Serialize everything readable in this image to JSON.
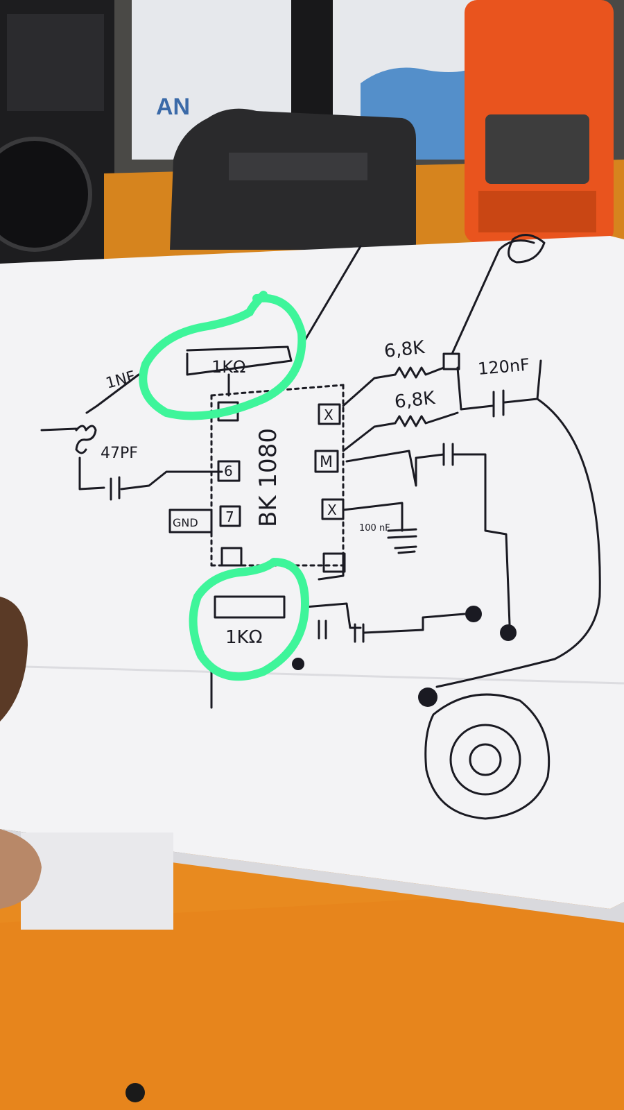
{
  "photo": {
    "description_free": true
  },
  "schematic": {
    "chip_label": "BK 1080",
    "resistors": {
      "top_circled": "1KΩ",
      "bottom_circled": "1KΩ",
      "r1": "6,8K",
      "r2": "6,8K"
    },
    "capacitors": {
      "c_1nf": "1NF",
      "c_47pf": "47PF",
      "c_120nf": "120nF",
      "c_100nf": "100 nF"
    },
    "pins": {
      "gnd": "GND",
      "left_pin_6": "6",
      "left_pin_7": "7",
      "right_pin_x1": "X",
      "right_pin_m": "M",
      "right_pin_x2": "X"
    }
  },
  "colors": {
    "highlight": "#3ef59a",
    "paper": "#f3f3f5",
    "ink": "#1a1a22",
    "desk": "#e88a1f",
    "radio": "#e9541e"
  }
}
